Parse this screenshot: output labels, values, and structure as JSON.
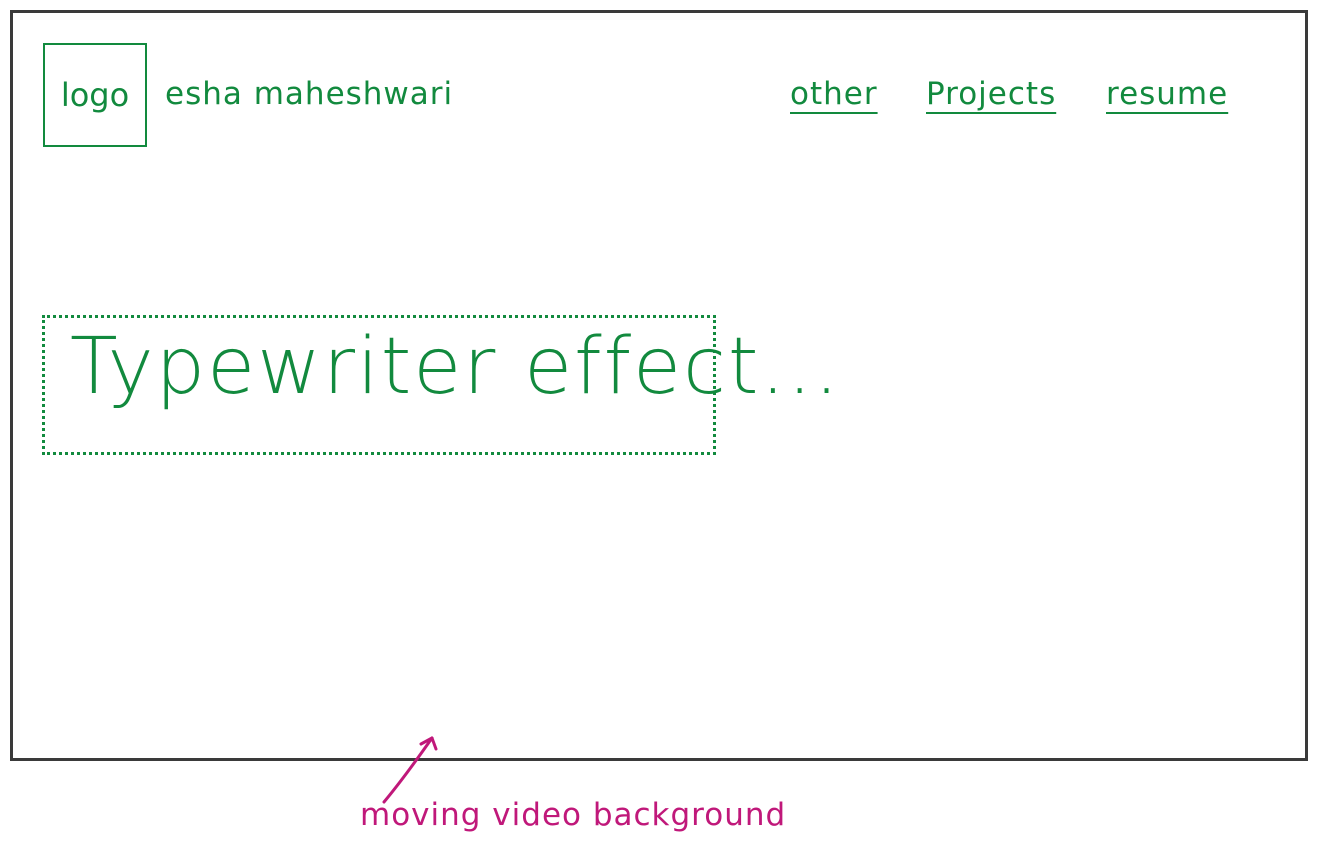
{
  "header": {
    "logo_label": "logo",
    "site_name": "esha maheshwari"
  },
  "nav": {
    "items": [
      {
        "label": "other"
      },
      {
        "label": "Projects"
      },
      {
        "label": "resume"
      }
    ]
  },
  "hero": {
    "typewriter_text": "Typewriter effect..."
  },
  "annotation": {
    "text": "moving video background"
  },
  "colors": {
    "ink": "#128a3e",
    "annotation": "#c0187a",
    "frame": "#3a3a3a"
  }
}
